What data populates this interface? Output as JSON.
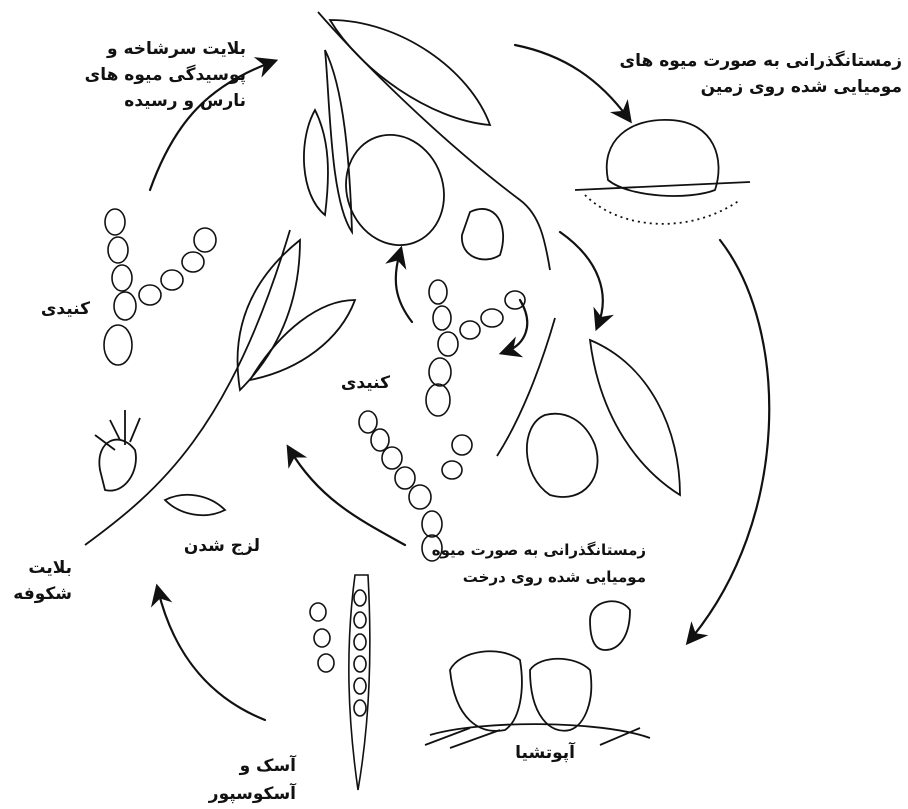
{
  "labels": {
    "twig_blight": [
      "بلایت سرشاخه و",
      "پوسیدگی میوه های",
      "نارس و رسیده"
    ],
    "overwinter_ground": [
      "زمستانگذرانی به صورت میوه های",
      "مومیایی شده روی زمین"
    ],
    "conidia_left": "کنیدی",
    "conidia_center": "کنیدی",
    "sticky": "لزج شدن",
    "blossom_blight": [
      "بلایت",
      "شکوفه"
    ],
    "overwinter_tree": [
      "زمستانگذرانی به صورت میوه",
      "مومیایی شده روی درخت"
    ],
    "apothecia": "آپوتشیا",
    "ascus": [
      "آسک و",
      "آسکوسپور"
    ]
  },
  "colors": {
    "ink": "#111111",
    "background": "#ffffff",
    "stipple": "#333333"
  }
}
